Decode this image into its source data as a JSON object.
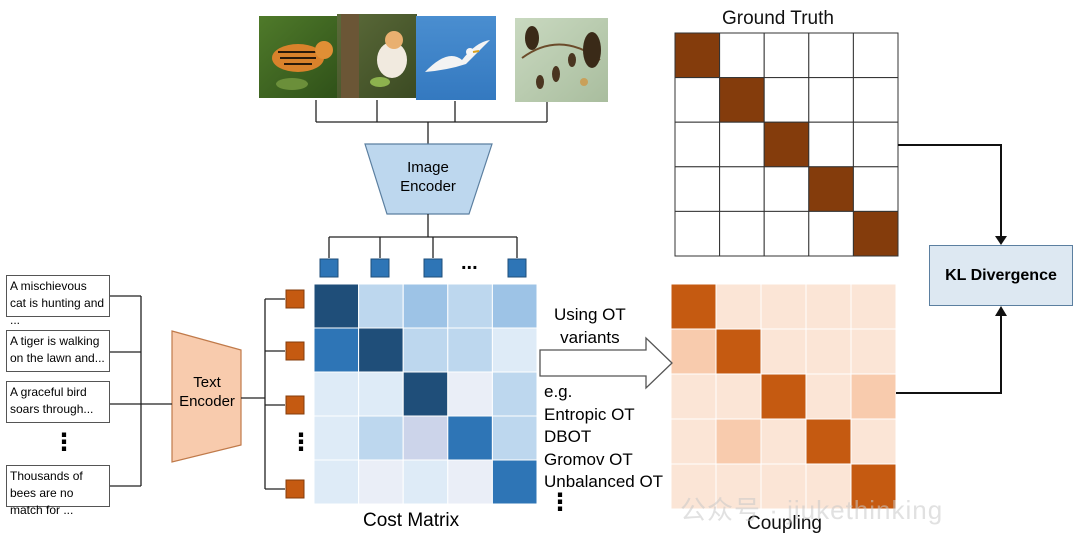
{
  "captions": [
    "A mischievous cat is hunting and ...",
    "A tiger is walking on the lawn and...",
    "A graceful bird soars through...",
    "Thousands of bees are no match for ..."
  ],
  "text_encoder_label": "Text Encoder",
  "image_encoder_label": "Image Encoder",
  "ellipsis_h": "...",
  "ellipsis_v": "⋮",
  "cost_matrix_title": "Cost Matrix",
  "ground_truth_title": "Ground Truth",
  "coupling_title": "Coupling",
  "kl_label": "KL Divergence",
  "ot": {
    "line1": "Using OT",
    "line2": "variants",
    "eg": "e.g.",
    "variants": [
      "Entropic OT",
      "DBOT",
      "Gromov OT",
      "Unbalanced OT"
    ]
  },
  "watermark": "公众号 · jiukethinking",
  "colors": {
    "blue_dark": "#1f4e79",
    "blue_mid": "#2e75b6",
    "brown": "#843c0c",
    "orange": "#c55a11",
    "orange_light": "#f4b183",
    "peach": "#fbe5d6",
    "kl_bg": "#dde8f2"
  },
  "cost_matrix": [
    [
      "#1f4e79",
      "#bdd7ee",
      "#9dc3e6",
      "#bdd7ee",
      "#9dc3e6"
    ],
    [
      "#2e75b6",
      "#1f4e79",
      "#bdd7ee",
      "#bdd7ee",
      "#deebf7"
    ],
    [
      "#deebf7",
      "#deebf7",
      "#1f4e79",
      "#eaeef7",
      "#bdd7ee"
    ],
    [
      "#deebf7",
      "#bdd7ee",
      "#ccd4ea",
      "#2e75b6",
      "#bdd7ee"
    ],
    [
      "#deebf7",
      "#eaeef7",
      "#deebf7",
      "#eaeef7",
      "#2e75b6"
    ]
  ],
  "coupling_matrix": [
    [
      "#c55a11",
      "#fbe5d6",
      "#fbe5d6",
      "#fbe5d6",
      "#fbe5d6"
    ],
    [
      "#f8cbad",
      "#c55a11",
      "#fbe5d6",
      "#fbe5d6",
      "#fbe5d6"
    ],
    [
      "#fbe5d6",
      "#fbe5d6",
      "#c55a11",
      "#fbe5d6",
      "#f8cbad"
    ],
    [
      "#fbe5d6",
      "#f8cbad",
      "#fbe5d6",
      "#c55a11",
      "#fbe5d6"
    ],
    [
      "#fbe5d6",
      "#fbe5d6",
      "#fbe5d6",
      "#fbe5d6",
      "#c55a11"
    ]
  ],
  "images": [
    "tiger",
    "cat",
    "seagull",
    "bees"
  ]
}
